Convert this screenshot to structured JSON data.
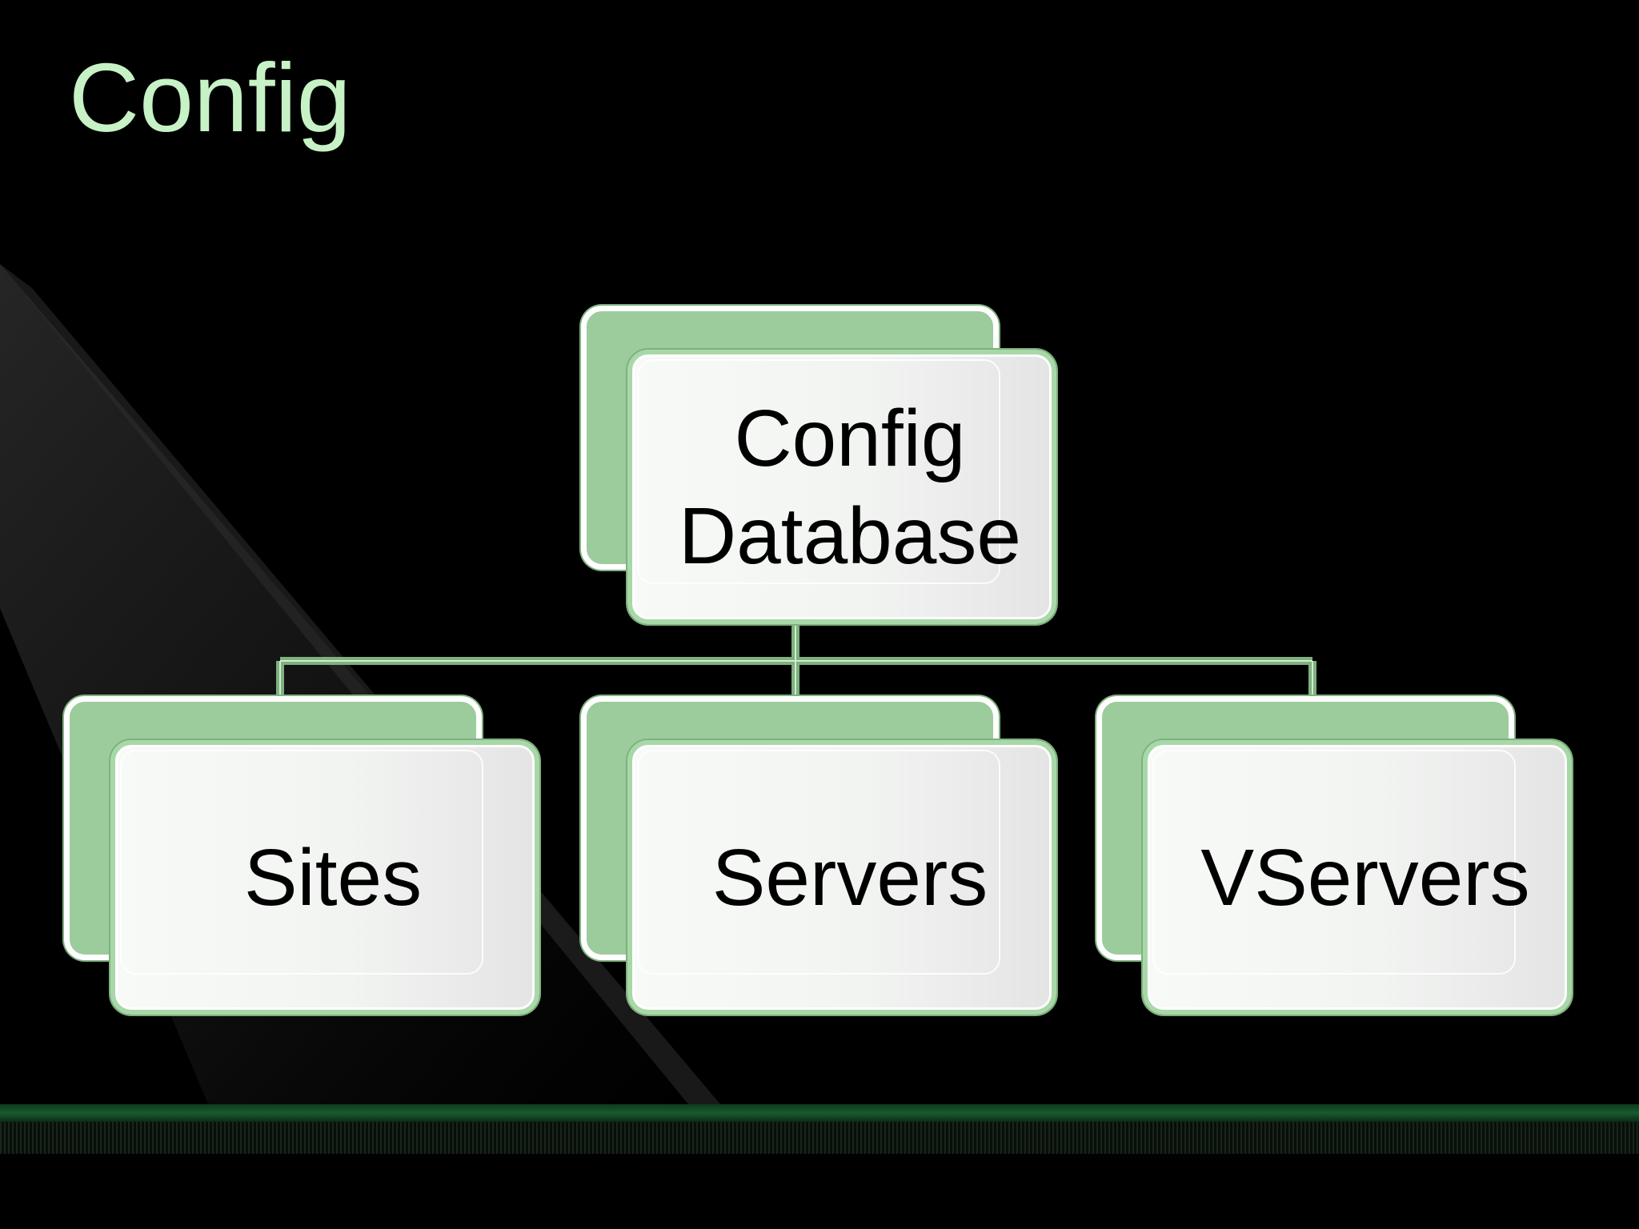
{
  "slide": {
    "title": "Config"
  },
  "diagram": {
    "root": {
      "label": "Config\nDatabase"
    },
    "children": [
      {
        "label": "Sites"
      },
      {
        "label": "Servers"
      },
      {
        "label": "VServers"
      }
    ]
  },
  "colors": {
    "background": "#000000",
    "title": "#c6f2c6",
    "box_back": "#9ccc9c",
    "box_front": "#f2f4f2",
    "box_border": "#a8d8a8",
    "connector": "#7fb07f",
    "footer_band": "#1a5a30"
  }
}
